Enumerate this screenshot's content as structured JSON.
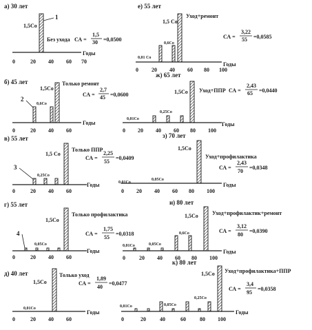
{
  "charts": [
    {
      "title": "а) 30 лет",
      "peak": "1,5Сo",
      "peak_mark": "1",
      "strategy": "Без ухода",
      "formula_lhs": "СА =",
      "num": "1,5",
      "den": "30",
      "result": "=0,0500",
      "xlabel": "Годы",
      "ticks": [
        "0",
        "20",
        "40",
        "60",
        "70"
      ],
      "small_labels": []
    },
    {
      "title": "е) 55 лет",
      "peak": "1,5 Сo",
      "peak_mark": "",
      "strategy": "Уход+ремонт",
      "formula_lhs": "СА =",
      "num": "3,22",
      "den": "55",
      "result": "=0,0585",
      "xlabel": "Годы",
      "ticks": [
        "0",
        "20",
        "40",
        "60",
        "80",
        "100"
      ],
      "small_labels": [
        "0,01 Сo",
        "0,6Сo"
      ]
    },
    {
      "title": "б) 45 лет",
      "peak": "1,5Сo",
      "peak_mark": "2",
      "strategy": "Только ремонт",
      "formula_lhs": "СА =",
      "num": "2,7",
      "den": "45",
      "result": "=0,0600",
      "xlabel": "Годы",
      "ticks": [
        "0",
        "20",
        "40",
        "60"
      ],
      "small_labels": [
        "0,6Сo"
      ]
    },
    {
      "title": "ж) 65 лет",
      "peak": "1,5Сo",
      "peak_mark": "",
      "strategy": "Уход+ППР",
      "formula_lhs": "СА =",
      "num": "2,43",
      "den": "65",
      "result": "=0,0440",
      "xlabel": "Годы",
      "ticks": [
        "0",
        "20",
        "40",
        "60",
        "80",
        "100"
      ],
      "small_labels": [
        "0,01Сo",
        "0,25Сo"
      ]
    },
    {
      "title": "в) 55 лет",
      "peak": "1,5 Сo",
      "peak_mark": "3",
      "strategy": "Только ППР",
      "formula_lhs": "СА =",
      "num": "2,25",
      "den": "55",
      "result": "=0,0409",
      "xlabel": "Годы",
      "ticks": [
        "0",
        "20",
        "40",
        "60"
      ],
      "small_labels": [
        "0,25Сo"
      ]
    },
    {
      "title": "з) 70 лет",
      "peak": "1,5Сo",
      "peak_mark": "",
      "strategy": "Уход+профилактика",
      "formula_lhs": "СА =",
      "num": "2,43",
      "den": "70",
      "result": "=0,0348",
      "xlabel": "Годы",
      "ticks": [
        "0",
        "20",
        "40",
        "60",
        "80",
        "100"
      ],
      "small_labels": [
        "0,01Сo",
        "0,05Сo"
      ]
    },
    {
      "title": "г) 55 лет",
      "peak": "1,5Сo",
      "peak_mark": "4",
      "strategy": "Только профилактика",
      "formula_lhs": "СА =",
      "num": "1,75",
      "den": "55",
      "result": "=0,0318",
      "xlabel": "Годы",
      "ticks": [
        "0",
        "20",
        "40",
        "60"
      ],
      "small_labels": [
        "0,05Сo"
      ]
    },
    {
      "title": "и) 80 лет",
      "peak": "1,5Сo",
      "peak_mark": "",
      "strategy": "Уход+профилактик+ремонт",
      "formula_lhs": "СА =",
      "num": "3,12",
      "den": "80",
      "result": "=0,0390",
      "xlabel": "Годы",
      "ticks": [
        "0",
        "20",
        "40",
        "60",
        "80",
        "100"
      ],
      "small_labels": [
        "0,01Сo",
        "0,05Сo",
        "0,6Сo"
      ]
    },
    {
      "title": "д) 40 лет",
      "peak": "1,5Сo",
      "peak_mark": "",
      "strategy": "Только уход",
      "formula_lhs": "СА =",
      "num": "1,89",
      "den": "40",
      "result": "=0,0477",
      "xlabel": "Годы",
      "ticks": [
        "0",
        "20",
        "40",
        "60"
      ],
      "small_labels": [
        "0,01Сo"
      ]
    },
    {
      "title": "к) 80 лет",
      "peak": "1,5Сo",
      "peak_mark": "",
      "strategy": "Уход+профилактика+ППР",
      "formula_lhs": "СА =",
      "num": "3,4",
      "den": "95",
      "result": "=0,0358",
      "xlabel": "Годы",
      "ticks": [
        "0",
        "20",
        "40",
        "60",
        "80",
        "100"
      ],
      "small_labels": [
        "0,01Сo",
        "0,05Сo",
        "0,25Сo"
      ]
    }
  ]
}
